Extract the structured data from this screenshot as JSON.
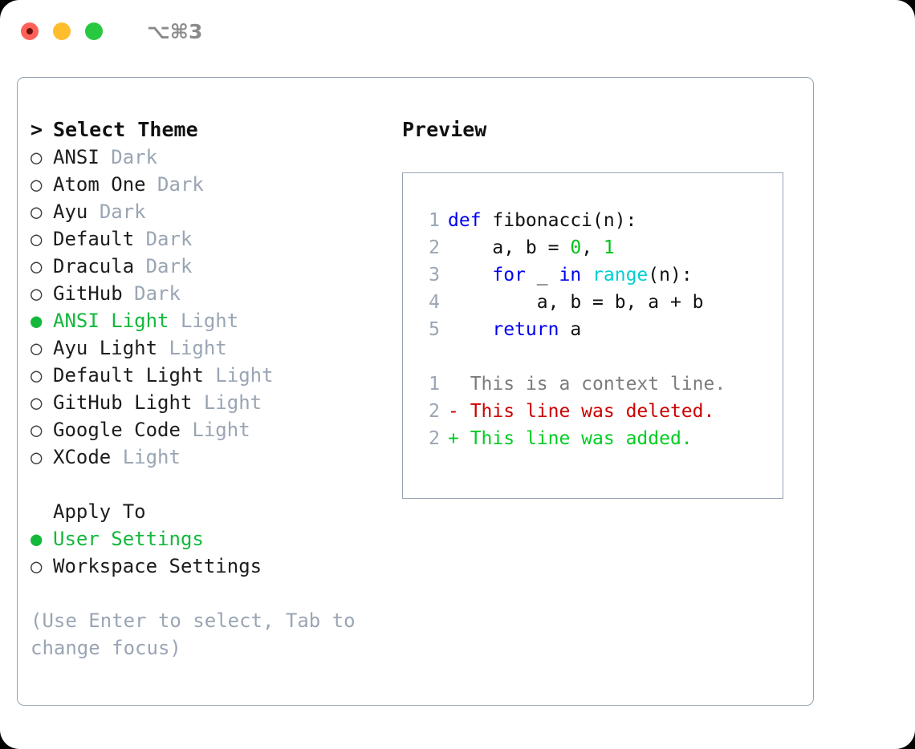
{
  "titlebar": {
    "shortcut": "⌥⌘3",
    "dots": [
      "close-red",
      "minimize-yellow",
      "maximize-green"
    ]
  },
  "theme_picker": {
    "heading": "Select Theme",
    "heading_marker": ">",
    "bullet_selected": "●",
    "bullet_unselected": "○",
    "items": [
      {
        "label": "ANSI",
        "suffix": "Dark",
        "selected": false
      },
      {
        "label": "Atom One",
        "suffix": "Dark",
        "selected": false
      },
      {
        "label": "Ayu",
        "suffix": "Dark",
        "selected": false
      },
      {
        "label": "Default",
        "suffix": "Dark",
        "selected": false
      },
      {
        "label": "Dracula",
        "suffix": "Dark",
        "selected": false
      },
      {
        "label": "GitHub",
        "suffix": "Dark",
        "selected": false
      },
      {
        "label": "ANSI Light",
        "suffix": "Light",
        "selected": true
      },
      {
        "label": "Ayu Light",
        "suffix": "Light",
        "selected": false
      },
      {
        "label": "Default Light",
        "suffix": "Light",
        "selected": false
      },
      {
        "label": "GitHub Light",
        "suffix": "Light",
        "selected": false
      },
      {
        "label": "Google Code",
        "suffix": "Light",
        "selected": false
      },
      {
        "label": "XCode",
        "suffix": "Light",
        "selected": false
      }
    ]
  },
  "apply_to": {
    "heading": "Apply To",
    "options": [
      {
        "label": "User Settings",
        "selected": true
      },
      {
        "label": "Workspace Settings",
        "selected": false
      }
    ]
  },
  "hint": "(Use Enter to select, Tab to change focus)",
  "preview": {
    "title": "Preview",
    "code_lines": [
      {
        "number": "1",
        "tokens": [
          {
            "t": "def",
            "c": "kw"
          },
          {
            "t": " fibonacci(n):",
            "c": "plain"
          }
        ]
      },
      {
        "number": "2",
        "tokens": [
          {
            "t": "    a, b = ",
            "c": "plain"
          },
          {
            "t": "0",
            "c": "num"
          },
          {
            "t": ", ",
            "c": "plain"
          },
          {
            "t": "1",
            "c": "num"
          }
        ]
      },
      {
        "number": "3",
        "tokens": [
          {
            "t": "    ",
            "c": "plain"
          },
          {
            "t": "for",
            "c": "kw"
          },
          {
            "t": " _ ",
            "c": "plain"
          },
          {
            "t": "in",
            "c": "kw"
          },
          {
            "t": " ",
            "c": "plain"
          },
          {
            "t": "range",
            "c": "fn"
          },
          {
            "t": "(n):",
            "c": "plain"
          }
        ]
      },
      {
        "number": "4",
        "tokens": [
          {
            "t": "        a, b = b, a + b",
            "c": "plain"
          }
        ]
      },
      {
        "number": "5",
        "tokens": [
          {
            "t": "    ",
            "c": "plain"
          },
          {
            "t": "return",
            "c": "kw"
          },
          {
            "t": " a",
            "c": "plain"
          }
        ]
      }
    ],
    "diff_lines": [
      {
        "number": "1",
        "marker": " ",
        "text": "This is a context line.",
        "kind": "context"
      },
      {
        "number": "2",
        "marker": "-",
        "text": "This line was deleted.",
        "kind": "deleted"
      },
      {
        "number": "2",
        "marker": "+",
        "text": "This line was added.",
        "kind": "added"
      }
    ]
  },
  "colors": {
    "accent_green": "#14b83c",
    "muted": "#9aa5b4",
    "keyword": "#0000f0",
    "function": "#00cfd1",
    "number": "#00c21a",
    "diff_added": "#00cc22",
    "diff_deleted": "#cc0000",
    "border": "#97a3b4"
  }
}
